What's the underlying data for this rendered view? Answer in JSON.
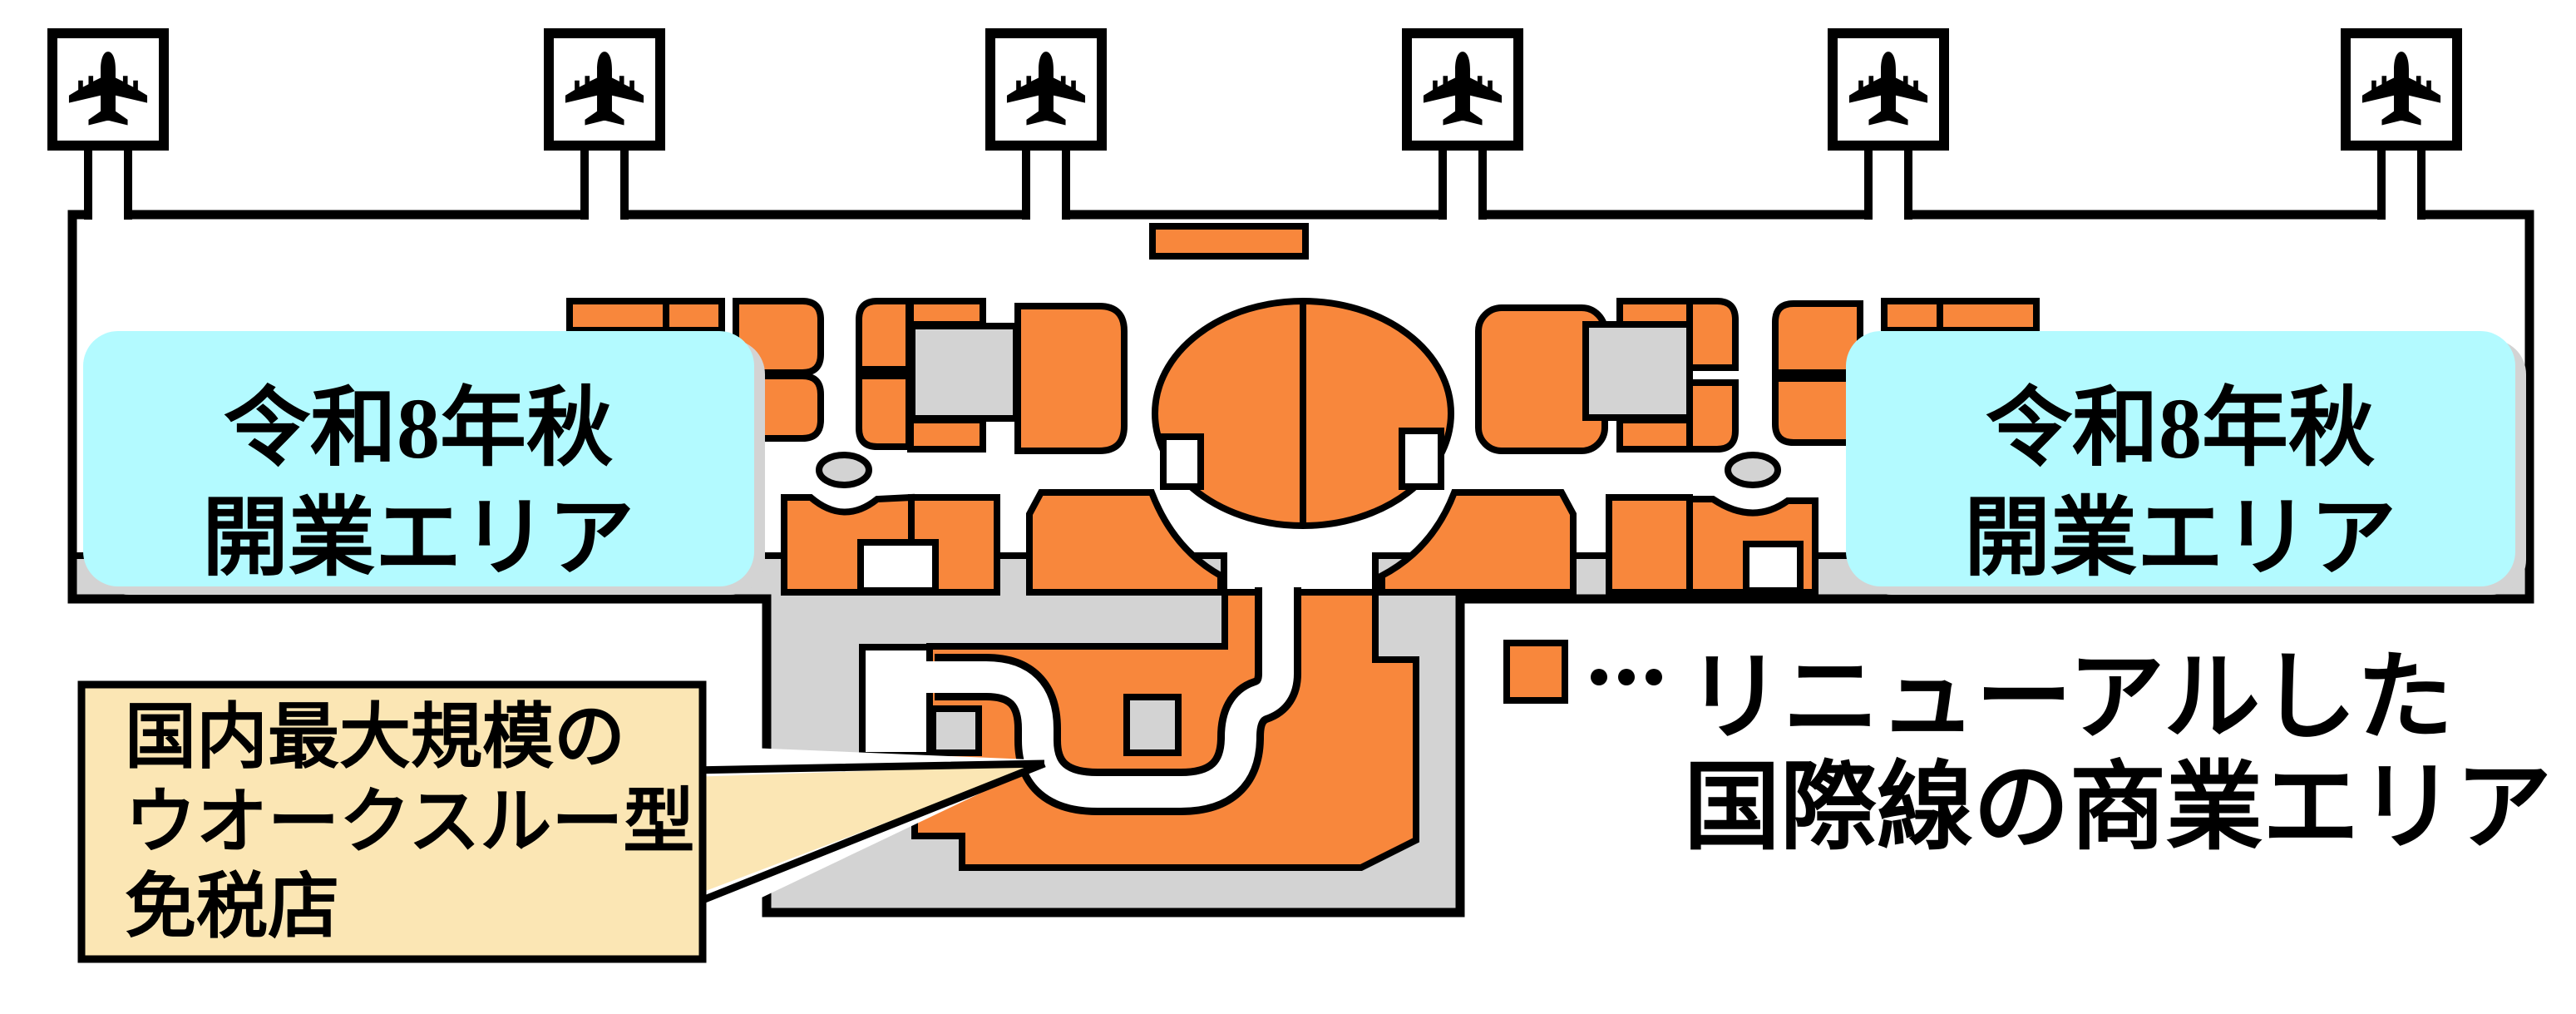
{
  "map_labels": {
    "opening_left": {
      "line1": "令和8年秋",
      "line2": "開業エリア"
    },
    "opening_right": {
      "line1": "令和8年秋",
      "line2": "開業エリア"
    },
    "legend": {
      "ellipsis": "…",
      "line1": "リニューアルした",
      "line2": "国際線の商業エリア"
    },
    "callout": {
      "line1": "国内最大規模の",
      "line2": "ウオークスルー型",
      "line3": "免税店"
    }
  },
  "colors": {
    "renewed": "#F8873C",
    "floor": "#D3D3D3",
    "opening": "#B3FAFF",
    "callout": "#FBE6B4",
    "line": "#000000"
  },
  "icons": {
    "gate": "airplane-icon",
    "gate_count": 6,
    "legend_swatch": "renewed-area-swatch"
  }
}
